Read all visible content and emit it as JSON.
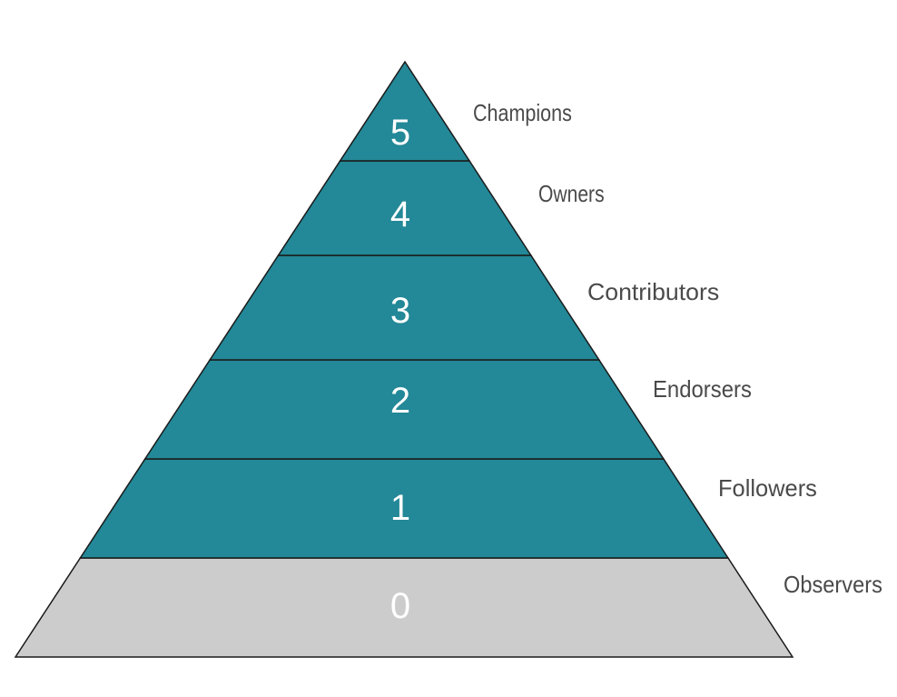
{
  "colors": {
    "engaged": "#238897",
    "base": "#cccccc",
    "outline": "#1a1a1a",
    "label_text": "#4a4a4a",
    "number_text": "#ffffff"
  },
  "levels": [
    {
      "number": "0",
      "label": "Observers",
      "fill": "base"
    },
    {
      "number": "1",
      "label": "Followers",
      "fill": "engaged"
    },
    {
      "number": "2",
      "label": "Endorsers",
      "fill": "engaged"
    },
    {
      "number": "3",
      "label": "Contributors",
      "fill": "engaged"
    },
    {
      "number": "4",
      "label": "Owners",
      "fill": "engaged"
    },
    {
      "number": "5",
      "label": "Champions",
      "fill": "engaged"
    }
  ]
}
